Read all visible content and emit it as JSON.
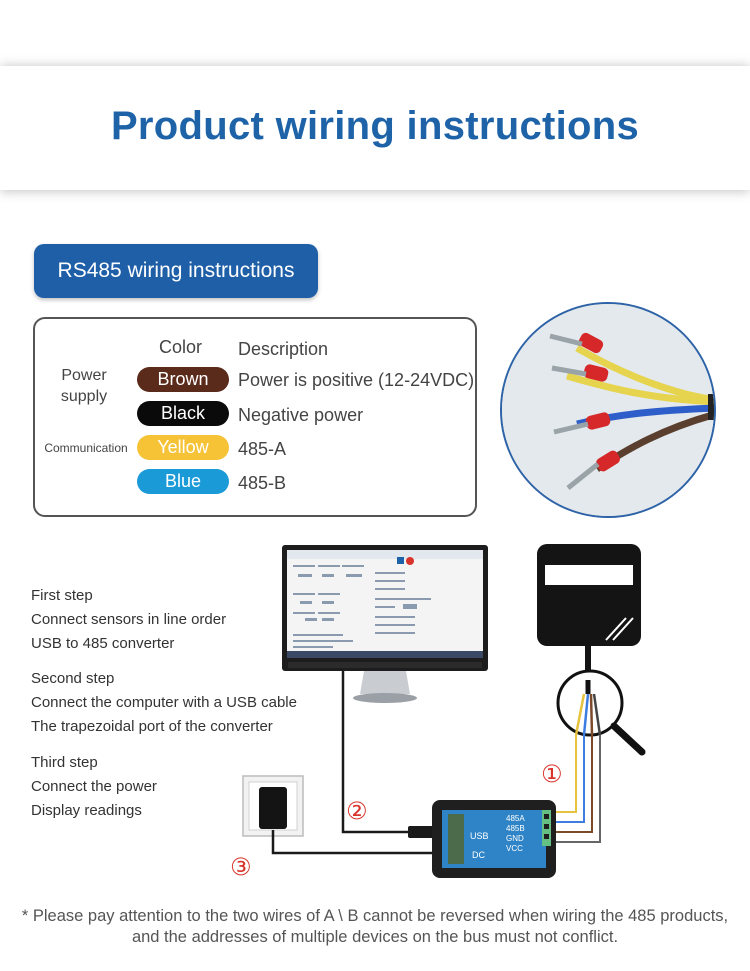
{
  "header": {
    "title": "Product wiring instructions"
  },
  "section": {
    "label": "RS485 wiring instructions"
  },
  "table": {
    "col_color": "Color",
    "col_description": "Description",
    "group_power": "Power\nsupply",
    "group_communication": "Communication",
    "rows": [
      {
        "color_name": "Brown",
        "hex": "#5a2a1a",
        "description": "Power is positive (12-24VDC)"
      },
      {
        "color_name": "Black",
        "hex": "#0a0a0a",
        "description": "Negative power"
      },
      {
        "color_name": "Yellow",
        "hex": "#f6c236",
        "description": "485-A"
      },
      {
        "color_name": "Blue",
        "hex": "#1a9ad7",
        "description": "485-B"
      }
    ]
  },
  "steps": [
    {
      "title": "First step",
      "lines": [
        "Connect sensors in line order",
        "USB to 485 converter"
      ]
    },
    {
      "title": "Second step",
      "lines": [
        "Connect the computer with a USB cable",
        "The trapezoidal port of the converter"
      ]
    },
    {
      "title": "Third step",
      "lines": [
        "Connect the power",
        "Display readings"
      ]
    }
  ],
  "converter": {
    "usb": "USB",
    "dc": "DC",
    "pins": [
      "485A",
      "485B",
      "GND",
      "VCC"
    ]
  },
  "markers": [
    "①",
    "②",
    "③"
  ],
  "footnote": "* Please pay attention to the two wires of A \\ B cannot be reversed when wiring the 485 products, and the addresses of multiple devices on the bus must not conflict.",
  "colors": {
    "accent": "#1e63a8",
    "marker_red": "#d9342b"
  }
}
